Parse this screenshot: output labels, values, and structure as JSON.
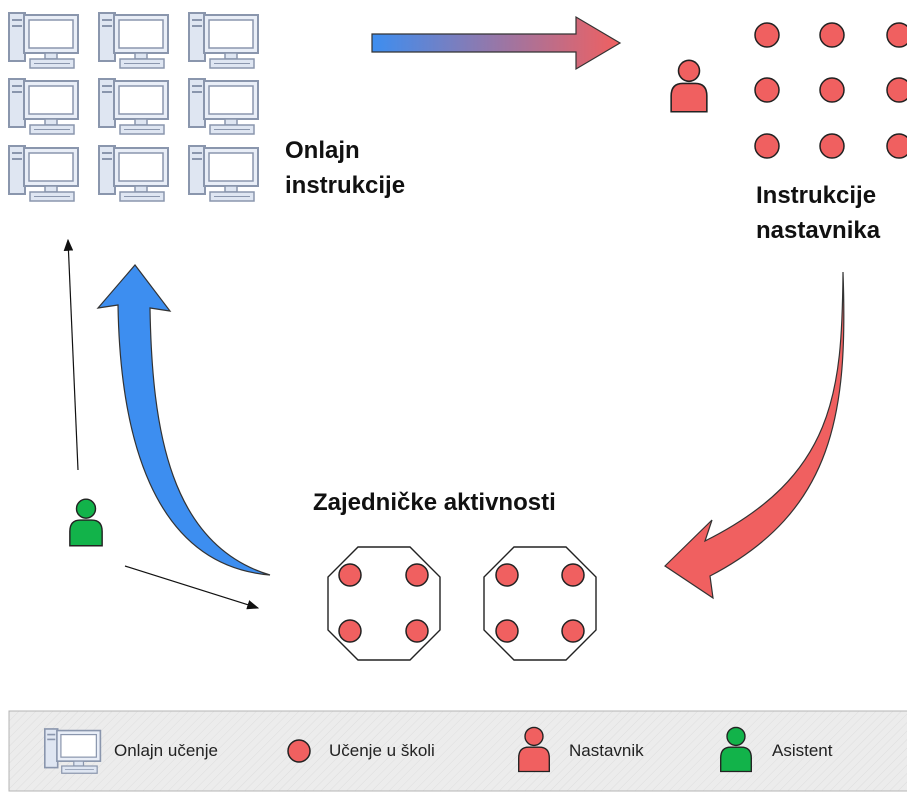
{
  "labels": {
    "online": [
      "Onlajn",
      "instrukcije"
    ],
    "teacher": [
      "Instrukcije",
      "nastavnika"
    ],
    "joint": "Zajedničke aktivnosti"
  },
  "legend": {
    "items": [
      {
        "label": "Onlajn učenje",
        "icon": "computer-icon"
      },
      {
        "label": "Učenje u školi",
        "icon": "student-dot-icon"
      },
      {
        "label": "Nastavnik",
        "icon": "teacher-person-icon"
      },
      {
        "label": "Asistent",
        "icon": "assistant-person-icon"
      }
    ]
  },
  "colors": {
    "student": "#f06060",
    "teacher": "#f06060",
    "assistant": "#12b34a",
    "arrow_blue": "#3d8ef0",
    "arrow_red": "#f06060",
    "legend_bg": "#ececec"
  }
}
